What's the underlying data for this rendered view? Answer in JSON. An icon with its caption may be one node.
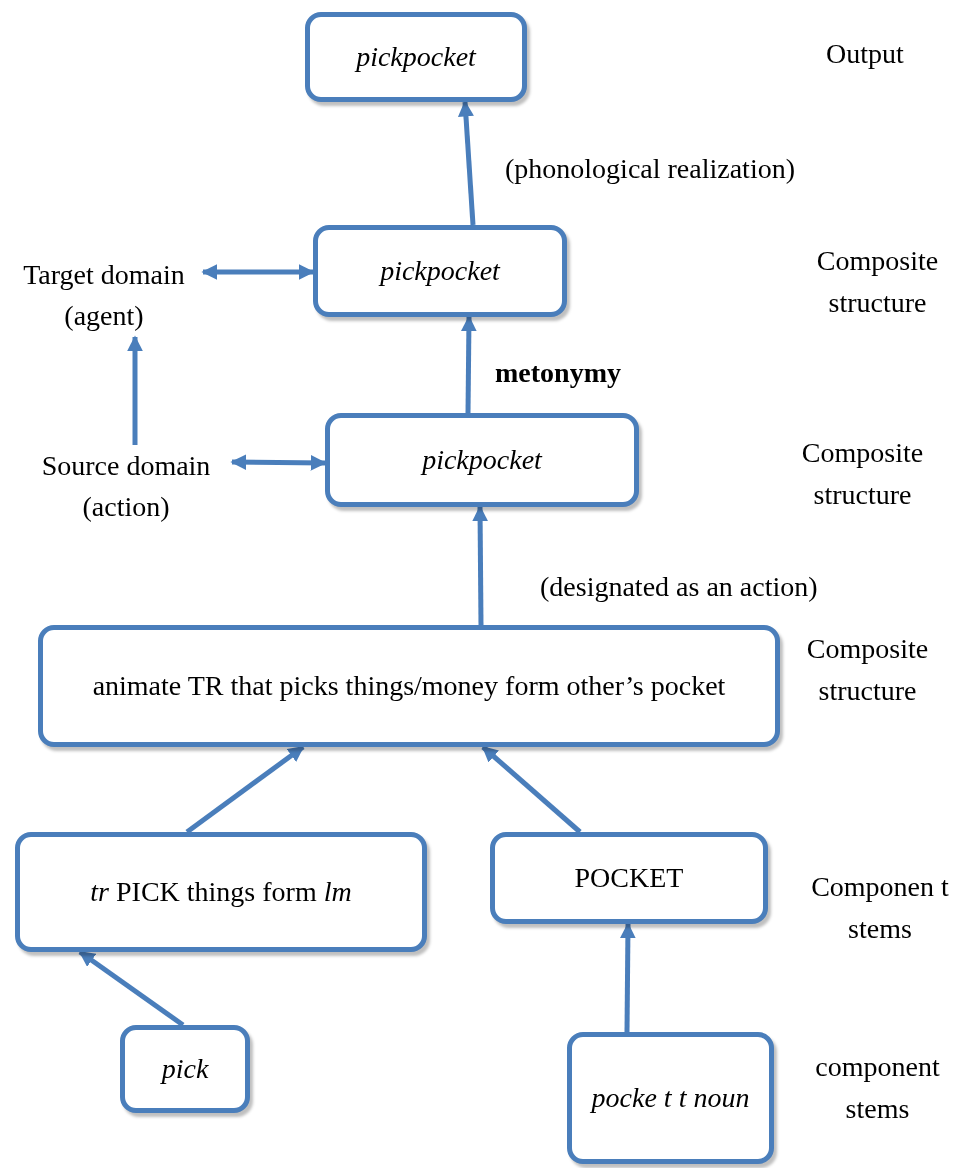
{
  "diagram": {
    "nodes": [
      {
        "text": [
          "pickpocket"
        ]
      },
      {
        "text": [
          "pickpocket"
        ]
      },
      {
        "text": [
          "pickpocket"
        ]
      },
      {
        "text": [
          "animate TR that picks things/money form other’s pocket"
        ]
      },
      {
        "text": [
          "*tr* PICK things form *lm*"
        ]
      },
      {
        "text": [
          "POCKET"
        ]
      },
      {
        "text": [
          "pick"
        ]
      },
      {
        "text": [
          "pocke t t noun"
        ]
      },
      {
        "text": [
          "Target domain (agent)"
        ]
      },
      {
        "text": [
          "Source domain (action)"
        ]
      }
    ],
    "edges": [
      {
        "from": 1,
        "to": 0,
        "arrow": "to",
        "label": "(phonological realization)"
      },
      {
        "from": 2,
        "to": 1,
        "arrow": "to",
        "label": "metonymy"
      },
      {
        "from": 3,
        "to": 2,
        "arrow": "to",
        "label": "(designated as an action)"
      },
      {
        "from": 4,
        "to": 3,
        "arrow": "to"
      },
      {
        "from": 5,
        "to": 3,
        "arrow": "to"
      },
      {
        "from": 6,
        "to": 4,
        "arrow": "to"
      },
      {
        "from": 7,
        "to": 5,
        "arrow": "to"
      },
      {
        "from": 9,
        "to": 8,
        "arrow": "to"
      },
      {
        "from": 8,
        "to": 1,
        "arrow": "both"
      },
      {
        "from": 9,
        "to": 2,
        "arrow": "both"
      }
    ],
    "labels": [
      "Output",
      "Composite structure",
      "Composite structure",
      "Composite structure",
      "Componen t stems",
      "component stems"
    ]
  }
}
